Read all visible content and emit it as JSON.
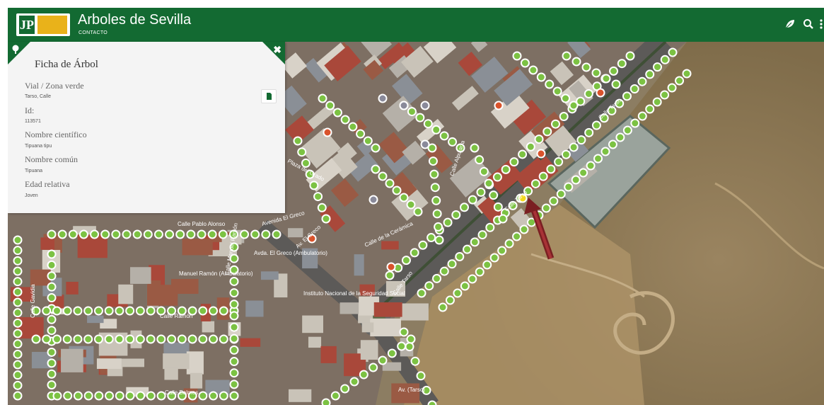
{
  "header": {
    "title": "Arboles de Sevilla",
    "contact_link": "CONTACTO",
    "icons": [
      "leaf-icon",
      "search-icon",
      "menu-icon"
    ],
    "color": "#136a32"
  },
  "panel": {
    "title": "Ficha de Árbol",
    "fields": [
      {
        "label": "Vial / Zona verde",
        "value": "Tarso, Calle"
      },
      {
        "label": "Id:",
        "value": "113571"
      },
      {
        "label": "Nombre científico",
        "value": "Tipuana tipu"
      },
      {
        "label": "Nombre común",
        "value": "Tipuana"
      },
      {
        "label": "Edad relativa",
        "value": "Joven"
      }
    ]
  },
  "map": {
    "street_labels": [
      {
        "text": "Calle Tarso"
      },
      {
        "text": "Calle Tarso"
      },
      {
        "text": "Calle Tarso"
      },
      {
        "text": "Calle de la Cerámica"
      },
      {
        "text": "Calle Gavidia"
      },
      {
        "text": "Calle Manuel Ramón"
      },
      {
        "text": "Plaza del Grado"
      },
      {
        "text": "Calle Alpujarra"
      },
      {
        "text": "Calle Ramón"
      },
      {
        "text": "Av. El Greco"
      },
      {
        "text": "Avenida El Greco"
      },
      {
        "text": "Calle Balmes"
      },
      {
        "text": "Calle Pablo Alonso"
      }
    ],
    "poi_labels": [
      {
        "text": "Avda. El Greco (Ambulatorio)"
      },
      {
        "text": "Instituto Nacional de la Seguridad Social"
      },
      {
        "text": "Manuel Ramón (Ambulatorio)"
      },
      {
        "text": "Av. (Tarso)"
      }
    ],
    "colors": {
      "tree": "#7cc243",
      "highlight": "#f2d91c",
      "dead": "#d9532c",
      "empty": "#8a8a9a",
      "arrow": "#7a1f22"
    }
  }
}
